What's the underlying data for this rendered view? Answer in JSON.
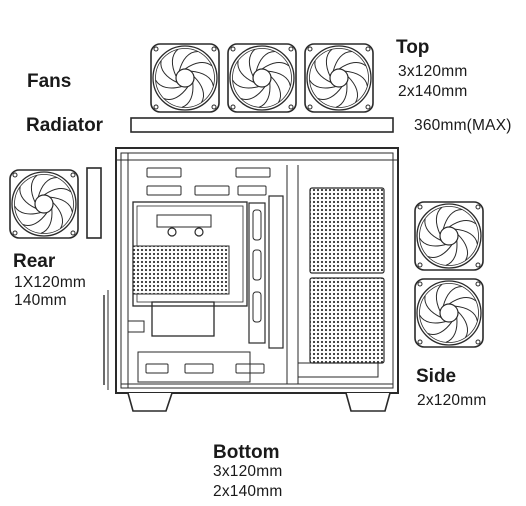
{
  "labels": {
    "fans": "Fans",
    "radiator": "Radiator",
    "top_title": "Top",
    "top_line1": "3x120mm",
    "top_line2": "2x140mm",
    "radiator_size": "360mm(MAX)",
    "rear_title": "Rear",
    "rear_line1": "1X120mm",
    "rear_line2": "140mm",
    "side_title": "Side",
    "side_line1": "2x120mm",
    "bottom_title": "Bottom",
    "bottom_line1": "3x120mm",
    "bottom_line2": "2x140mm"
  },
  "icons": {
    "fan": "fan-icon",
    "case": "pc-case-icon",
    "radiator": "radiator-icon"
  },
  "colors": {
    "line": "#2a2a2a",
    "text": "#1a1a1a",
    "background": "#ffffff"
  }
}
